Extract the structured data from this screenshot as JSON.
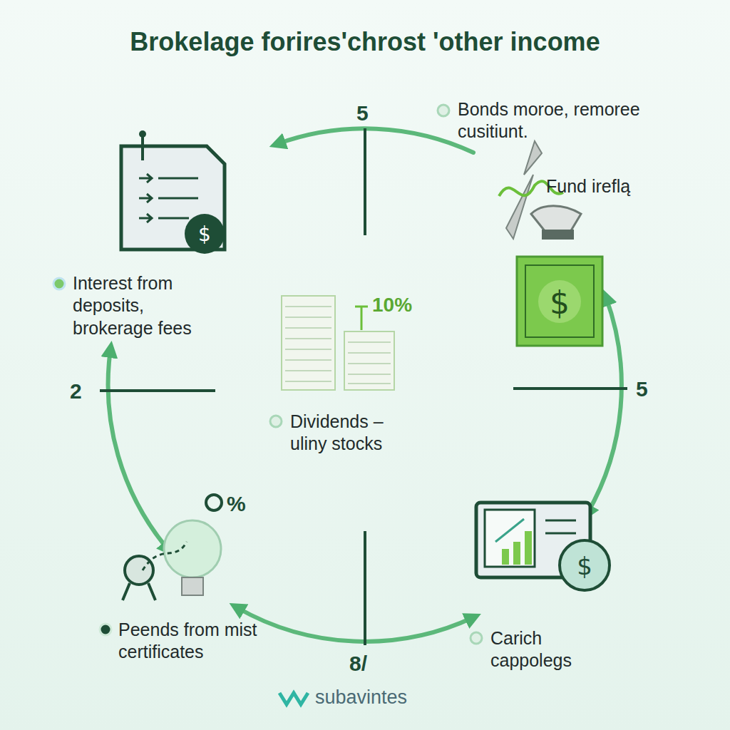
{
  "diagram": {
    "title": "Brokelage forires'chrost 'other income",
    "labels": [
      "5",
      "Bonds moroe, remoree cusitiunt.",
      "Fund ireflą",
      "Interest from deposits, brokerage fees",
      "10%",
      "Dividends –uliny stocks",
      "2",
      "5",
      "%",
      "Peends from mist certificates",
      "Carich cappolegs",
      "8/",
      "subavintes"
    ]
  }
}
